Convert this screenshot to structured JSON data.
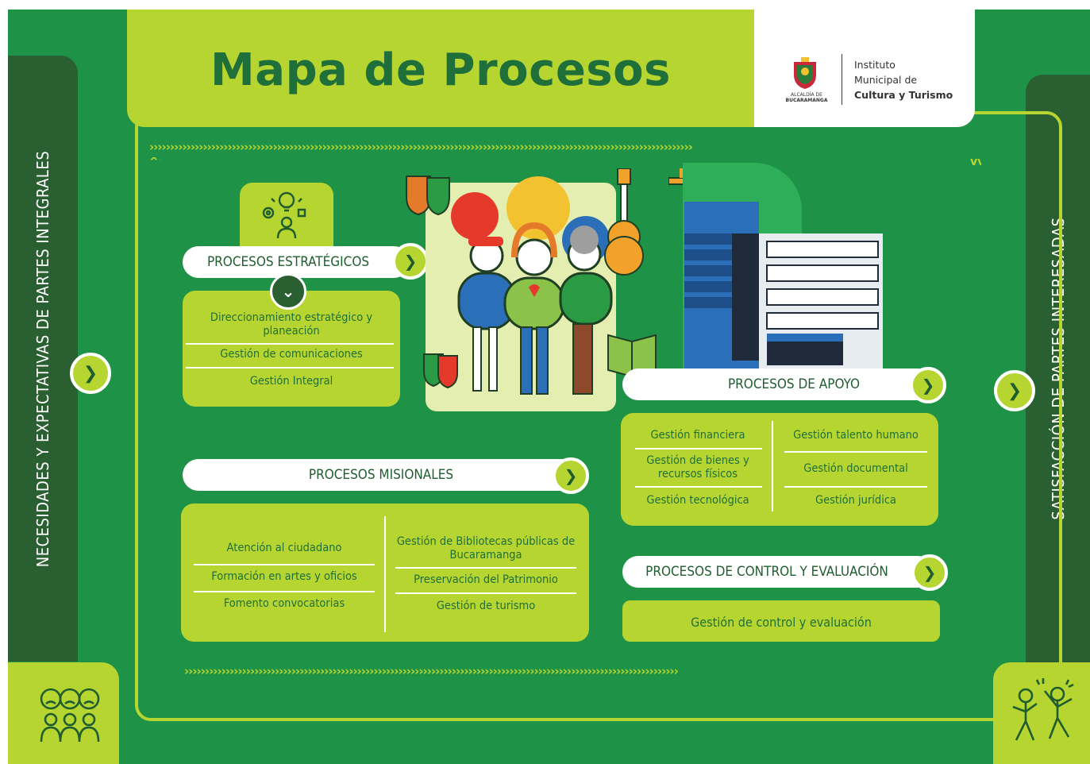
{
  "title": "Mapa de Procesos",
  "logo": {
    "line1": "Instituto",
    "line2": "Municipal de",
    "line3": "Cultura y Turismo",
    "seal_text1": "ALCALDÍA DE",
    "seal_text2": "BUCARAMANGA"
  },
  "side_left": {
    "label": "NECESIDADES Y EXPECTATIVAS DE PARTES INTEGRALES"
  },
  "side_right": {
    "label": "SATISFACCIÓN DE PARTES INTERESADAS"
  },
  "estrategicos": {
    "heading": "PROCESOS ESTRATÉGICOS",
    "items": [
      "Direccionamiento estratégico y planeación",
      "Gestión de comunicaciones",
      "Gestión Integral"
    ]
  },
  "misionales": {
    "heading": "PROCESOS MISIONALES",
    "left_items": [
      "Atención al ciudadano",
      "Formación en artes y oficios",
      "Fomento convocatorias"
    ],
    "right_items": [
      "Gestión de Bibliotecas públicas de Bucaramanga",
      "Preservación del Patrimonio",
      "Gestión de turismo"
    ]
  },
  "apoyo": {
    "heading": "PROCESOS DE APOYO",
    "left_items": [
      "Gestión financiera",
      "Gestión de bienes y recursos físicos",
      "Gestión tecnológica"
    ],
    "right_items": [
      "Gestión talento humano",
      "Gestión documental",
      "Gestión jurídica"
    ]
  },
  "control": {
    "heading": "PROCESOS DE CONTROL Y EVALUACIÓN",
    "items": [
      "Gestión de control y evaluación"
    ]
  },
  "icons": [
    "idea-gears-person-icon",
    "unhappy-people-icon",
    "happy-people-icon",
    "chevron-right-icon",
    "chevron-down-icon",
    "theater-mask-icon",
    "guitar-icon",
    "trumpet-icon",
    "book-icon",
    "building-icon"
  ],
  "colors": {
    "dark_green": "#2a5f31",
    "green": "#1e9347",
    "lime": "#b7d531",
    "text_green": "#1f6f3a"
  }
}
